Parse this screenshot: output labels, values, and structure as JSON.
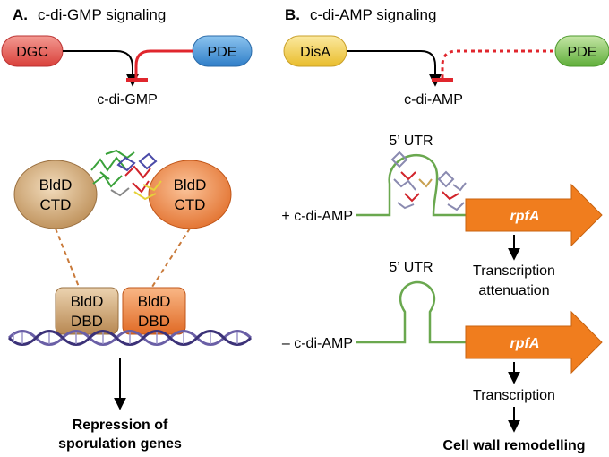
{
  "panel_a": {
    "letter": "A.",
    "title": "c-di-GMP signaling",
    "dgc": "DGC",
    "pde": "PDE",
    "product": "c-di-GMP",
    "ctd_left": [
      "BldD",
      "CTD"
    ],
    "ctd_right": [
      "BldD",
      "CTD"
    ],
    "dbd_left": [
      "BldD",
      "DBD"
    ],
    "dbd_right": [
      "BldD",
      "DBD"
    ],
    "outcome": [
      "Repression of",
      "sporulation genes"
    ]
  },
  "panel_b": {
    "letter": "B.",
    "title": "c-di-AMP signaling",
    "disa": "DisA",
    "pde": "PDE",
    "product": "c-di-AMP",
    "utr_top": "5’ UTR",
    "utr_bottom": "5’ UTR",
    "plus_label": "+ c-di-AMP",
    "minus_label": "– c-di-AMP",
    "gene_top": "rpfA",
    "gene_bottom": "rpfA",
    "attenuation": [
      "Transcription",
      "attenuation"
    ],
    "transcription": "Transcription",
    "outcome": "Cell wall remodelling"
  },
  "colors": {
    "dgc": "#e8584f",
    "pde_a": "#3d8fd6",
    "disa": "#f1cf4a",
    "pde_b": "#7cc357",
    "inhibit": "#e0262d",
    "bld_tan": "#c9a06c",
    "bld_orange": "#ef8a42",
    "rna": "#6aa84f",
    "gene": "#f07d1e",
    "dna": "#6a5fa6"
  }
}
